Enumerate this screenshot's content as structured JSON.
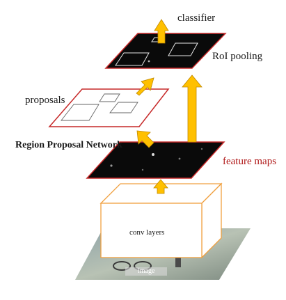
{
  "labels": {
    "classifier": "classifier",
    "roi_pooling": "RoI pooling",
    "proposals": "proposals",
    "rpn": "Region Proposal Network",
    "feature_maps": "feature maps",
    "conv_layers": "conv layers",
    "image": "image"
  },
  "colors": {
    "arrow_fill": "#ffc000",
    "arrow_stroke": "#c08800",
    "dark_map": "#0a0a0a",
    "red_border": "#c62828",
    "box_border": "#f0a040",
    "label_red": "#b01818"
  }
}
